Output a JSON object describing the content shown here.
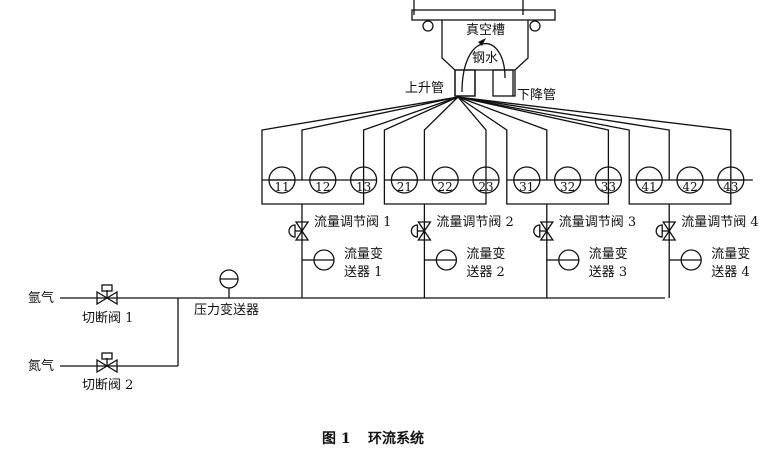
{
  "vessel": {
    "tank_label": "真空槽",
    "steel_label": "钢水",
    "up_leg_label": "上升管",
    "down_leg_label": "下降管"
  },
  "nozzles": [
    {
      "group": 1,
      "ids": [
        "11",
        "12",
        "13"
      ]
    },
    {
      "group": 2,
      "ids": [
        "21",
        "22",
        "23"
      ]
    },
    {
      "group": 3,
      "ids": [
        "31",
        "32",
        "33"
      ]
    },
    {
      "group": 4,
      "ids": [
        "41",
        "42",
        "43"
      ]
    }
  ],
  "branches": [
    {
      "valve_label": "流量调节阀 1",
      "transmitter_line1": "流量变",
      "transmitter_line2": "送器 1"
    },
    {
      "valve_label": "流量调节阀 2",
      "transmitter_line1": "流量变",
      "transmitter_line2": "送器 2"
    },
    {
      "valve_label": "流量调节阀 3",
      "transmitter_line1": "流量变",
      "transmitter_line2": "送器 3"
    },
    {
      "valve_label": "流量调节阀 4",
      "transmitter_line1": "流量变",
      "transmitter_line2": "送器 4"
    }
  ],
  "supply": {
    "argon_label": "氩气",
    "nitrogen_label": "氮气",
    "shutoff_valve_1": "切断阀 1",
    "shutoff_valve_2": "切断阀 2",
    "pressure_transmitter": "压力变送器"
  },
  "caption": {
    "figure_no": "图 1",
    "title": "环流系统"
  }
}
